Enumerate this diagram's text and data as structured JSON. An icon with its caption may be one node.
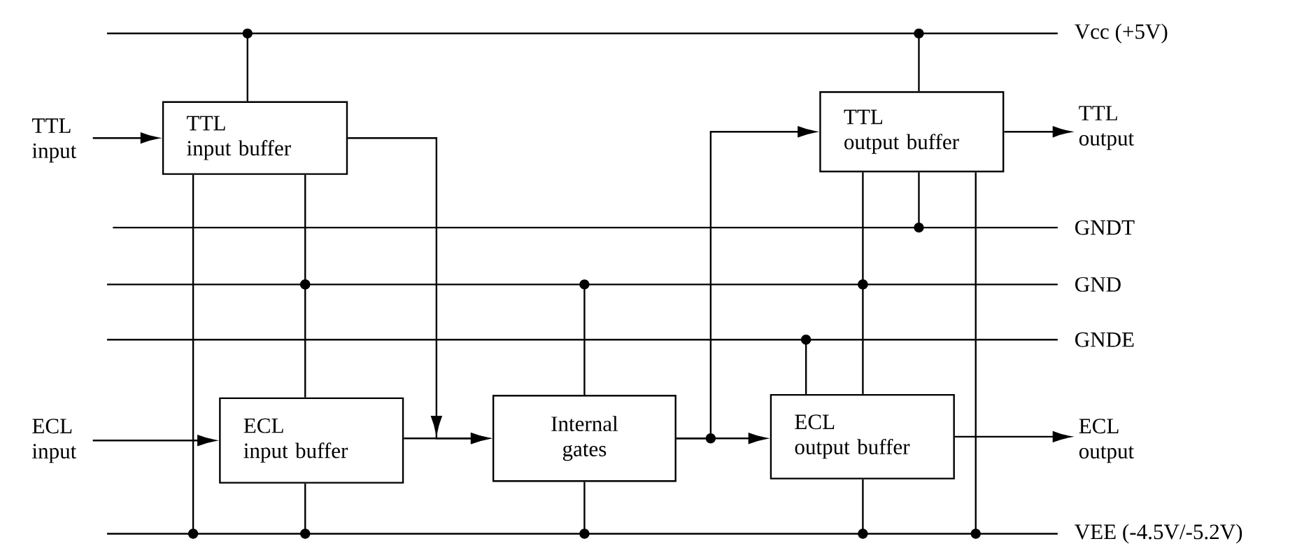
{
  "diagram": {
    "nodes": [
      {
        "text": [
          "TTL input"
        ]
      },
      {
        "text": [
          "TTL",
          "input buffer"
        ]
      },
      {
        "text": [
          "TTL",
          "output buffer"
        ]
      },
      {
        "text": [
          "TTL output"
        ]
      },
      {
        "text": [
          "ECL input"
        ]
      },
      {
        "text": [
          "ECL",
          "input buffer"
        ]
      },
      {
        "text": [
          "Internal gates"
        ]
      },
      {
        "text": [
          "ECL",
          "output buffer"
        ]
      },
      {
        "text": [
          "ECL output"
        ]
      },
      {
        "text": [
          "Vcc (+5V)"
        ]
      },
      {
        "text": [
          "GNDT"
        ]
      },
      {
        "text": [
          "GND"
        ]
      },
      {
        "text": [
          "GNDE"
        ]
      },
      {
        "text": [
          "VEE (-4.5V/-5.2V)"
        ]
      }
    ],
    "edges": [
      {
        "from": 0,
        "to": 1,
        "arrow": "to"
      },
      {
        "from": 1,
        "to": 6,
        "arrow": "to"
      },
      {
        "from": 2,
        "to": 3,
        "arrow": "to"
      },
      {
        "from": 4,
        "to": 5,
        "arrow": "to"
      },
      {
        "from": 5,
        "to": 6,
        "arrow": "to"
      },
      {
        "from": 6,
        "to": 2,
        "arrow": "to"
      },
      {
        "from": 6,
        "to": 7,
        "arrow": "to"
      },
      {
        "from": 7,
        "to": 8,
        "arrow": "to"
      },
      {
        "from": 9,
        "to": 1,
        "arrow": "other"
      },
      {
        "from": 9,
        "to": 2,
        "arrow": "other"
      },
      {
        "from": 1,
        "to": 13,
        "arrow": "other"
      },
      {
        "from": 1,
        "to": 11,
        "arrow": "other"
      },
      {
        "from": 11,
        "to": 5,
        "arrow": "other"
      },
      {
        "from": 5,
        "to": 13,
        "arrow": "other"
      },
      {
        "from": 11,
        "to": 6,
        "arrow": "other"
      },
      {
        "from": 6,
        "to": 13,
        "arrow": "other"
      },
      {
        "from": 2,
        "to": 11,
        "arrow": "other"
      },
      {
        "from": 11,
        "to": 7,
        "arrow": "other"
      },
      {
        "from": 2,
        "to": 10,
        "arrow": "other"
      },
      {
        "from": 2,
        "to": 13,
        "arrow": "other"
      },
      {
        "from": 12,
        "to": 7,
        "arrow": "other"
      },
      {
        "from": 7,
        "to": 13,
        "arrow": "other"
      }
    ]
  }
}
